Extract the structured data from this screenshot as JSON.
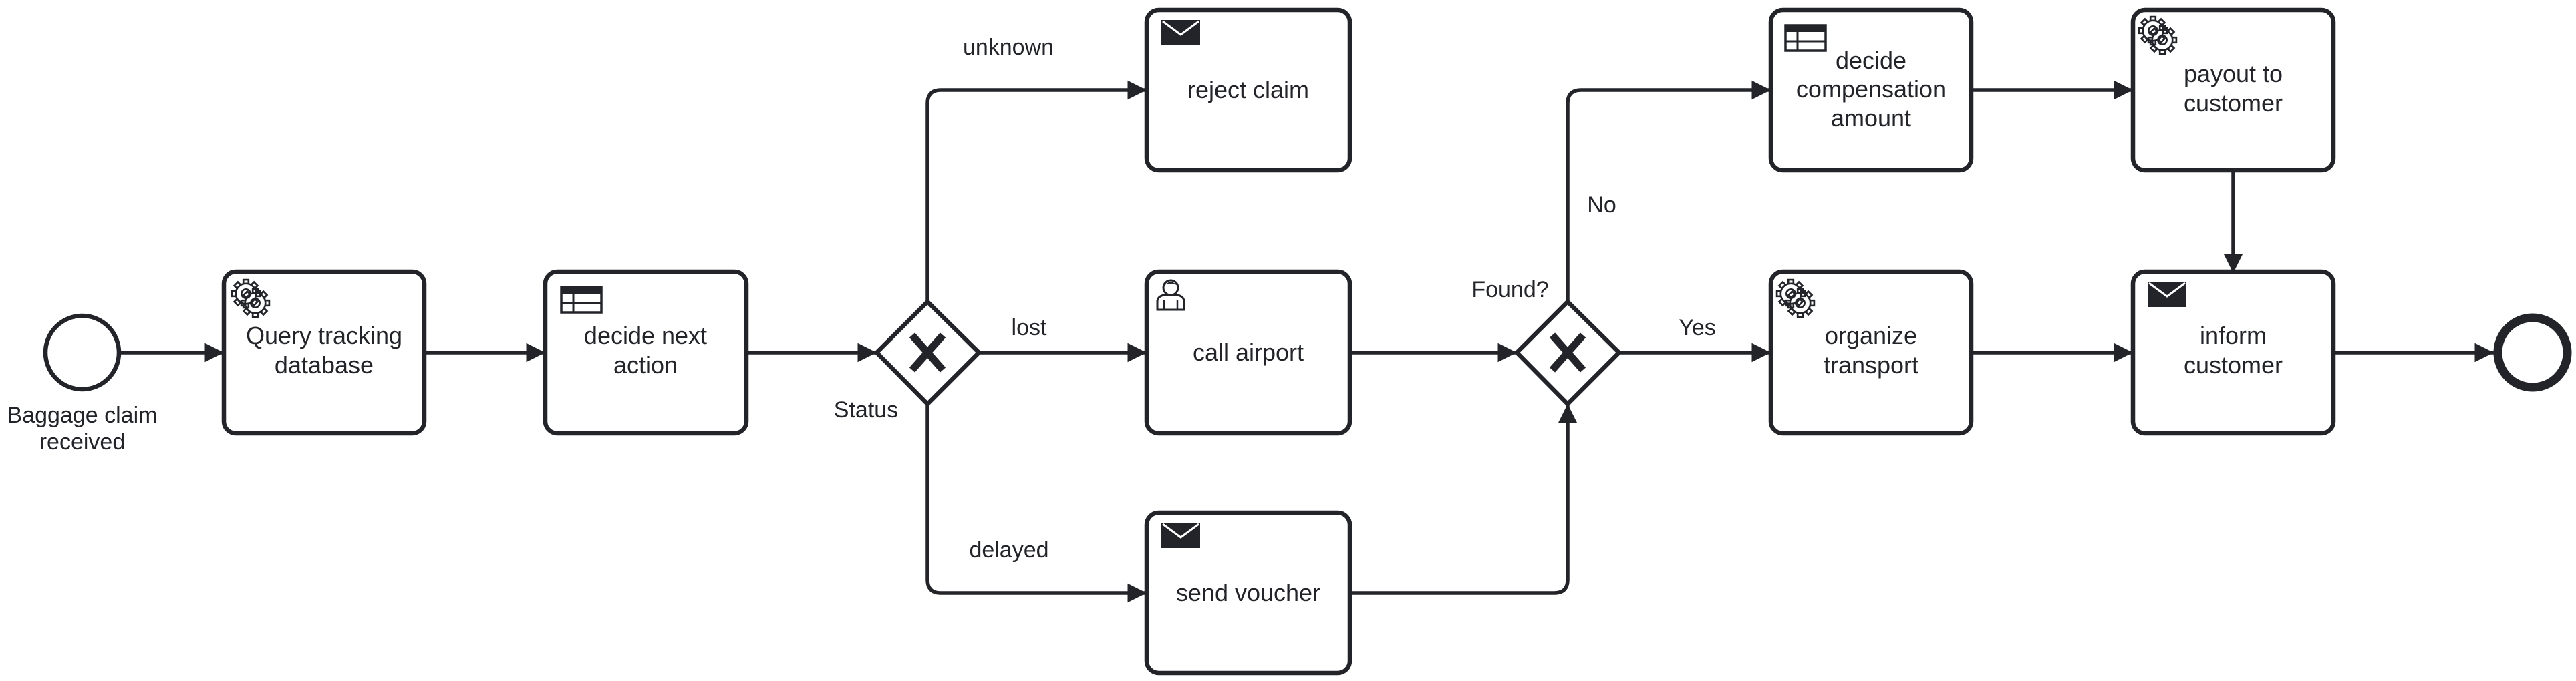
{
  "diagram": {
    "start_event": "Baggage claim received",
    "tasks": {
      "query_tracking": "Query tracking database",
      "decide_next_action": "decide next action",
      "reject_claim": "reject claim",
      "call_airport": "call airport",
      "send_voucher": "send voucher",
      "decide_compensation": "decide compensation amount",
      "payout": "payout to customer",
      "organize_transport": "organize transport",
      "inform_customer": "inform customer"
    },
    "gateways": {
      "status": "Status",
      "found": "Found?"
    },
    "flow_labels": {
      "unknown": "unknown",
      "lost": "lost",
      "delayed": "delayed",
      "no": "No",
      "yes": "Yes"
    }
  }
}
